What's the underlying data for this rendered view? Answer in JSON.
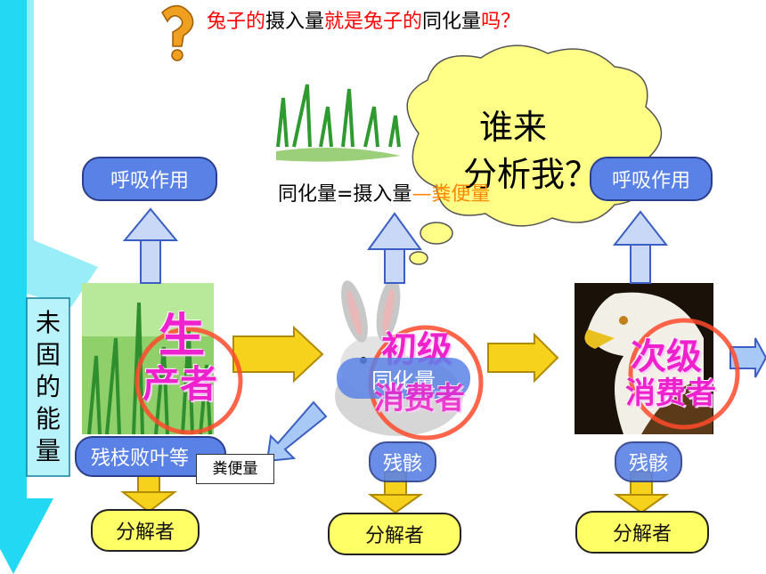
{
  "title": {
    "part1": "兔子的",
    "part2": "摄入量",
    "part3": "就是兔子的",
    "part4": "同化量",
    "part5": "吗？"
  },
  "cloud": {
    "line1": "谁来",
    "line2": "分析我？"
  },
  "formula": {
    "left": "同化量=摄入量",
    "dash": "—",
    "right": "粪便量"
  },
  "side_label": [
    "未",
    "固",
    "的",
    "能",
    "量"
  ],
  "respiration": [
    "呼吸作用",
    "呼吸作用"
  ],
  "producer": {
    "line1": "生",
    "line2": "产者"
  },
  "primary": {
    "line1": "初级",
    "line2": "消费者",
    "assim": "同化量"
  },
  "secondary": {
    "line1": "次级",
    "line2": "消费者"
  },
  "litter": "残枝败叶等",
  "feces_box": "粪便量",
  "remains": [
    "残骸",
    "残骸"
  ],
  "decomposers": [
    "分解者",
    "分解者",
    "分解者"
  ],
  "colors": {
    "red": "#ff0000",
    "pill_blue": "#5a82e6",
    "arrow_yellow": "#f7d21c",
    "cyan": "#22d8f2",
    "cloud": "#ffff88"
  }
}
